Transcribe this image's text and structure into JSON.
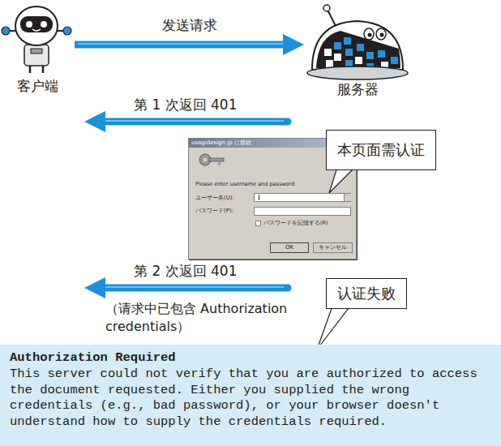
{
  "diagram": {
    "nodes": [
      {
        "text": [
          "客户端"
        ]
      },
      {
        "text": [
          "服务器"
        ]
      },
      {
        "text": [
          "usagidesign.jp に接続",
          "Please enter username and password",
          "ユーザー名(U):",
          "パスワード(P):",
          "パスワードを記憶する(R)",
          "OK",
          "キャンセル"
        ]
      },
      {
        "text": [
          "本页面需认证"
        ]
      },
      {
        "text": [
          "认证失败"
        ]
      },
      {
        "text": [
          "Authorization Required",
          "This server could not verify that you are authorized to access the document requested. Either you supplied the wrong credentials (e.g., bad password), or your browser doesn't understand how to supply the credentials required."
        ]
      }
    ],
    "edges": [
      {
        "from": 0,
        "to": 1,
        "arrow": "to",
        "label": "发送请求"
      }
    ],
    "labels": [
      "第 1 次返回 401",
      "第 2 次返回 401",
      "（请求中已包含 Authorization credentials）"
    ]
  }
}
